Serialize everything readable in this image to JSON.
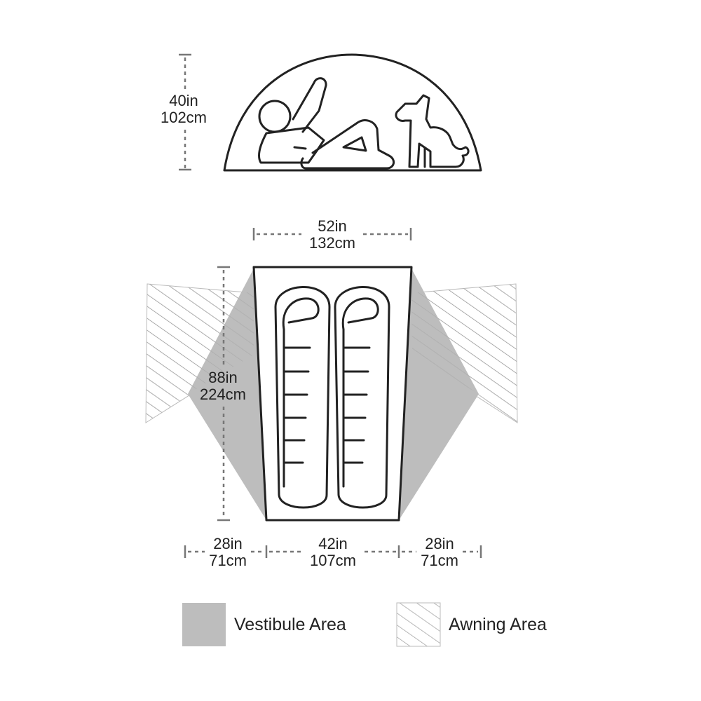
{
  "height_dim": {
    "in": "40in",
    "cm": "102cm"
  },
  "width_top_dim": {
    "in": "52in",
    "cm": "132cm"
  },
  "length_dim": {
    "in": "88in",
    "cm": "224cm"
  },
  "bottom_dims": [
    {
      "in": "28in",
      "cm": "71cm"
    },
    {
      "in": "42in",
      "cm": "107cm"
    },
    {
      "in": "28in",
      "cm": "71cm"
    }
  ],
  "legend": {
    "vestibule_label": "Vestibule Area",
    "awning_label": "Awning Area"
  },
  "colors": {
    "vestibule_fill": "#bdbdbd",
    "line": "#222222",
    "dimension_line": "#777777",
    "hatch": "#999999"
  },
  "icons": {
    "person": "person-reclining-icon",
    "dog": "dog-sitting-icon",
    "sleeping_bag": "sleeping-bag-icon"
  }
}
